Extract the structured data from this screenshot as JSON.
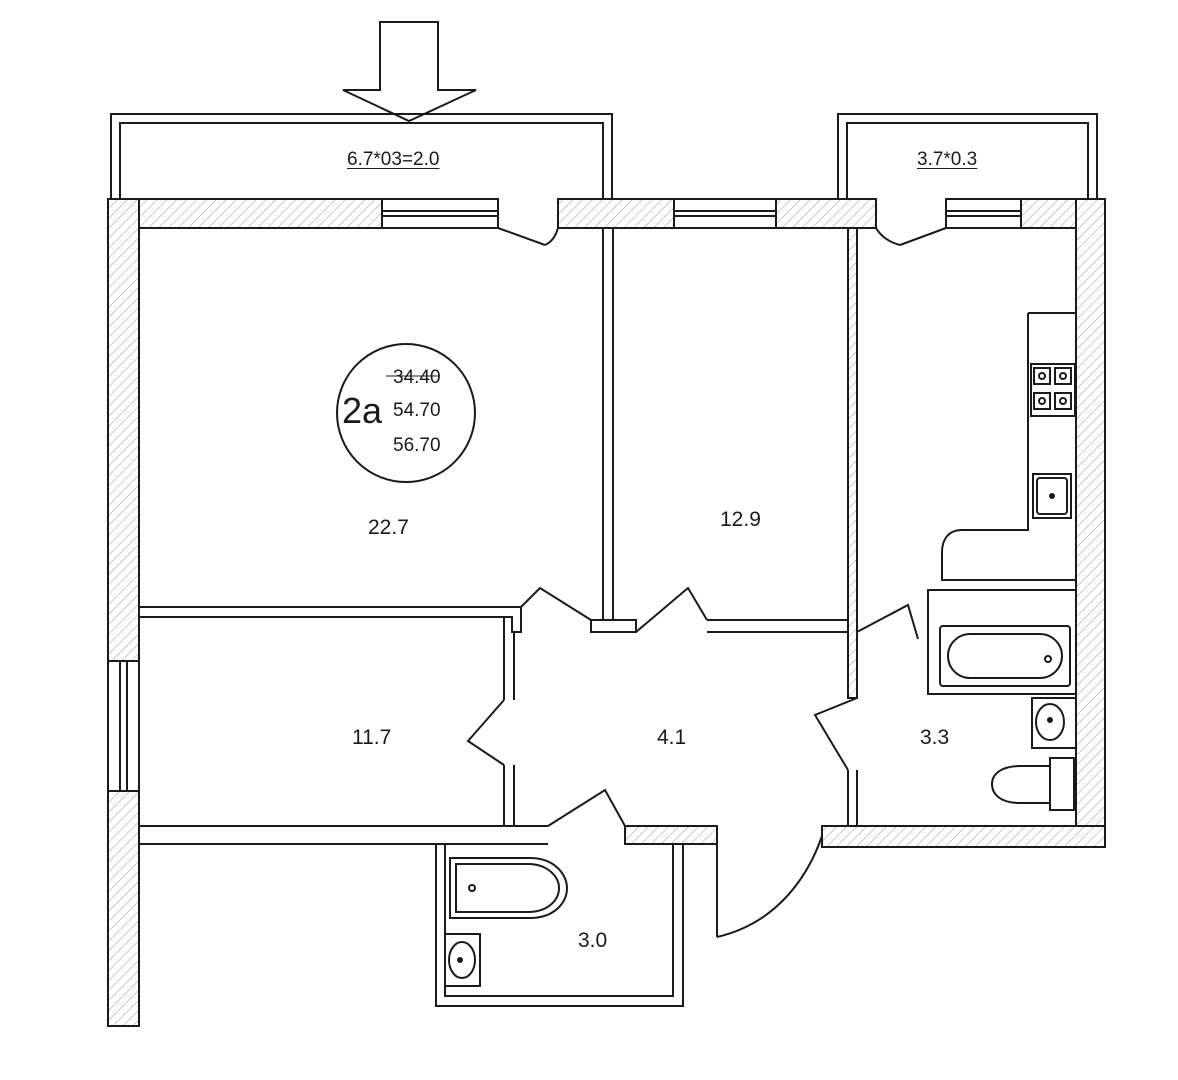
{
  "balconies": [
    {
      "label": "6.7*03=2.0"
    },
    {
      "label": "3.7*0.3"
    }
  ],
  "apartment": {
    "code": "2a",
    "areas": [
      "34.40",
      "54.70",
      "56.70"
    ]
  },
  "rooms": [
    {
      "area": "22.7"
    },
    {
      "area": "12.9"
    },
    {
      "area": "11.7"
    },
    {
      "area": "4.1"
    },
    {
      "area": "3.3"
    },
    {
      "area": "3.0"
    }
  ]
}
